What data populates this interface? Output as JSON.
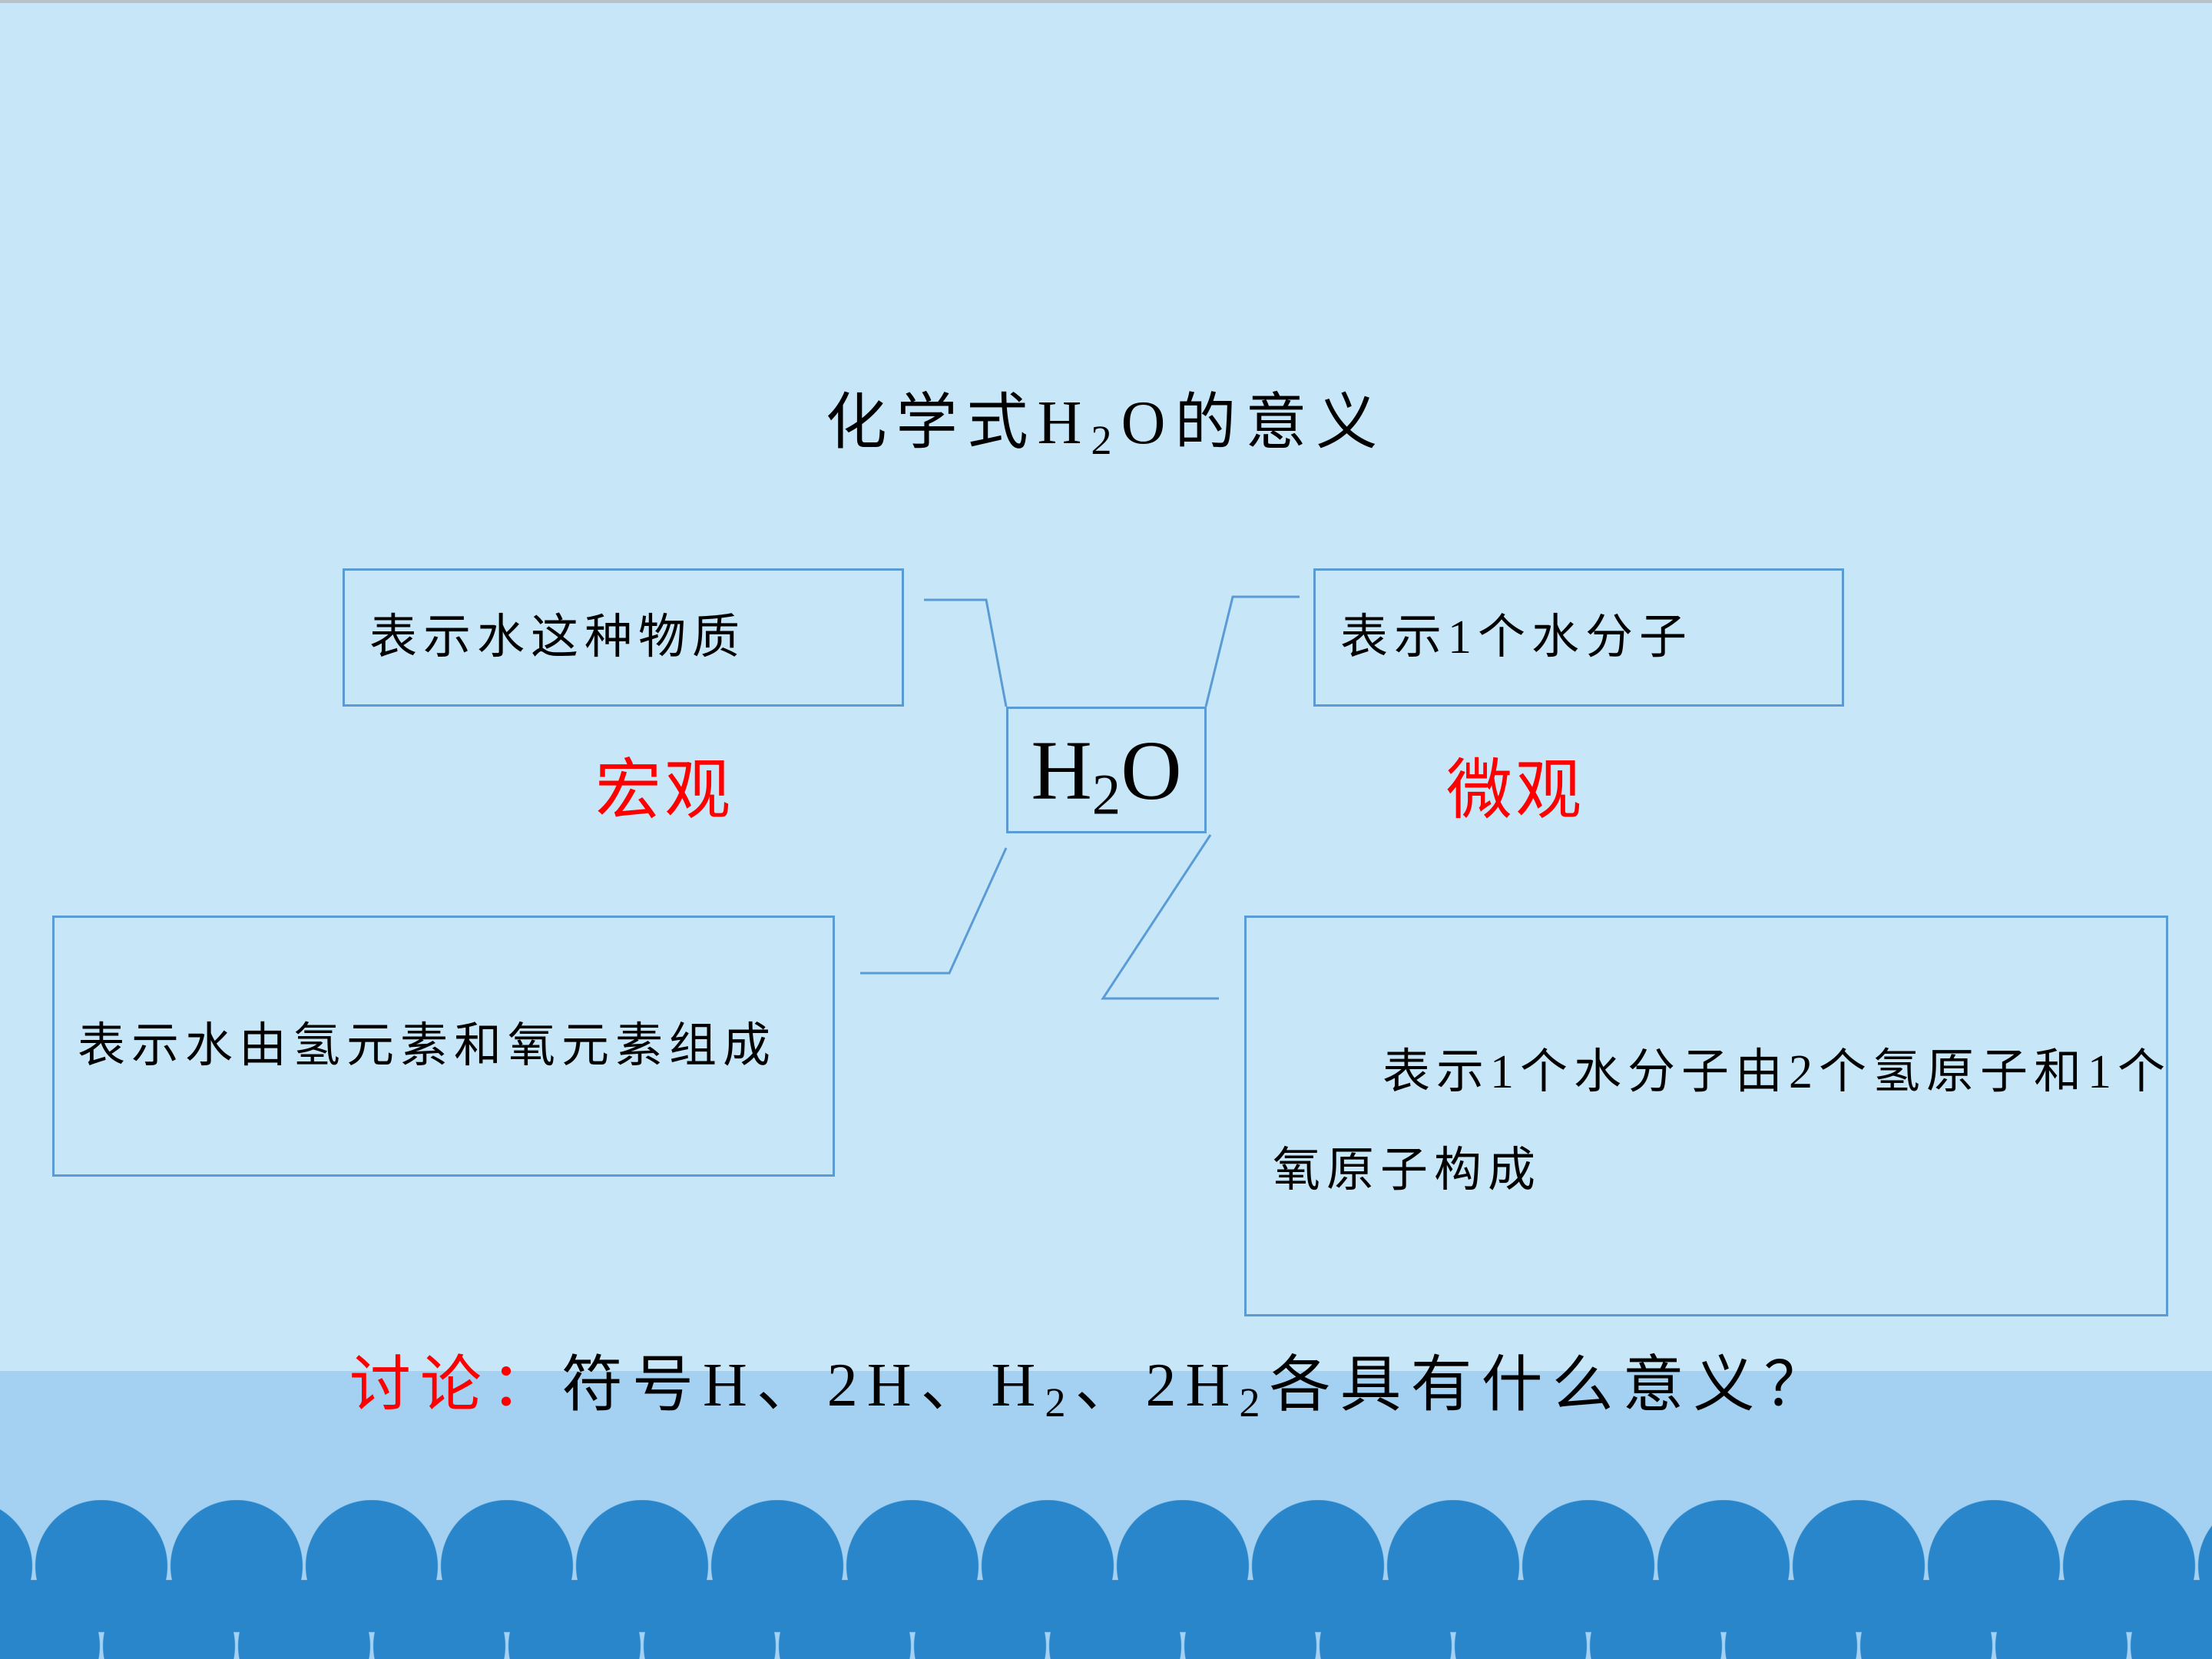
{
  "slide": {
    "title": {
      "text_before_subscript": "化学式H",
      "subscript": "2",
      "text_after_subscript": "O的意义"
    },
    "center_formula": {
      "text_before_subscript": "H",
      "subscript": "2",
      "text_after_subscript": "O"
    },
    "boxes": {
      "macro_substance": "表示水这种物质",
      "micro_molecule": "表示1个水分子",
      "macro_composition": "表示水由氢元素和氧元素组成",
      "micro_composition": {
        "line1": "表示1个水分子由2个氢原子和1个",
        "line2": "氧原子构成"
      }
    },
    "labels": {
      "macro": "宏观",
      "micro": "微观"
    },
    "discussion": {
      "label": "讨论：",
      "question_part1": "符号H、2H、H",
      "subscript1": "2",
      "question_part2": "、2H",
      "subscript2": "2",
      "question_part3": "各具有什么意义？"
    }
  },
  "colors": {
    "background": "#C7E7F9",
    "lower_band": "#A4D0F1",
    "wave": "#2A86CB",
    "box_border": "#5B9BD5",
    "accent_red": "#FF0000",
    "text": "#000000",
    "top_rule": "#B7C2C9"
  }
}
